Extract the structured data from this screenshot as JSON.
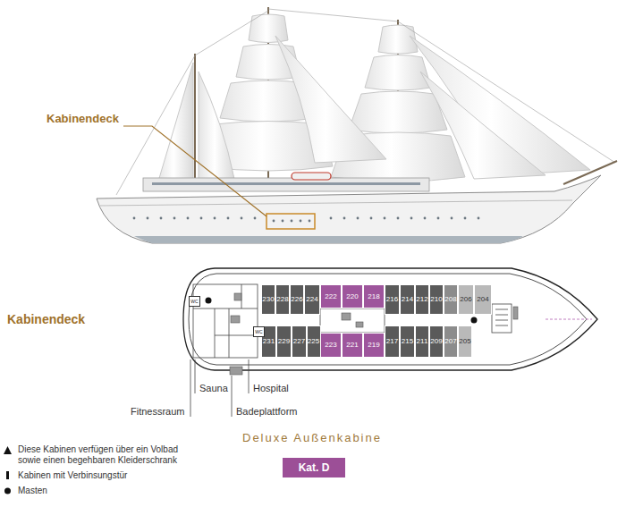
{
  "diagram": {
    "nodes": [
      {
        "text": [
          "230"
        ]
      },
      {
        "text": [
          "228"
        ]
      },
      {
        "text": [
          "226"
        ]
      },
      {
        "text": [
          "224"
        ]
      },
      {
        "text": [
          "222"
        ]
      },
      {
        "text": [
          "220"
        ]
      },
      {
        "text": [
          "218"
        ]
      },
      {
        "text": [
          "216"
        ]
      },
      {
        "text": [
          "214"
        ]
      },
      {
        "text": [
          "212"
        ]
      },
      {
        "text": [
          "210"
        ]
      },
      {
        "text": [
          "208"
        ]
      },
      {
        "text": [
          "206"
        ]
      },
      {
        "text": [
          "204"
        ]
      },
      {
        "text": [
          "231"
        ]
      },
      {
        "text": [
          "229"
        ]
      },
      {
        "text": [
          "227"
        ]
      },
      {
        "text": [
          "225"
        ]
      },
      {
        "text": [
          "223"
        ]
      },
      {
        "text": [
          "221"
        ]
      },
      {
        "text": [
          "219"
        ]
      },
      {
        "text": [
          "217"
        ]
      },
      {
        "text": [
          "215"
        ]
      },
      {
        "text": [
          "211"
        ]
      },
      {
        "text": [
          "209"
        ]
      },
      {
        "text": [
          "207"
        ]
      },
      {
        "text": [
          "205"
        ]
      },
      {
        "text": [
          "WC"
        ]
      },
      {
        "text": [
          "WC"
        ]
      },
      {
        "text": [
          "Kat. D"
        ]
      }
    ],
    "labels": [
      "Kabinendeck",
      "Kabinendeck",
      "Sauna",
      "Hospital",
      "Fitnessraum",
      "Badeplattform",
      "Deluxe Außenkabine"
    ],
    "legend": [
      {
        "text": "Diese Kabinen verfügen über ein Volbad sowie einen begehbaren Kleiderschrank"
      },
      {
        "text": "Kabinen mit Verbinsungstür"
      },
      {
        "text": "Masten"
      }
    ]
  }
}
